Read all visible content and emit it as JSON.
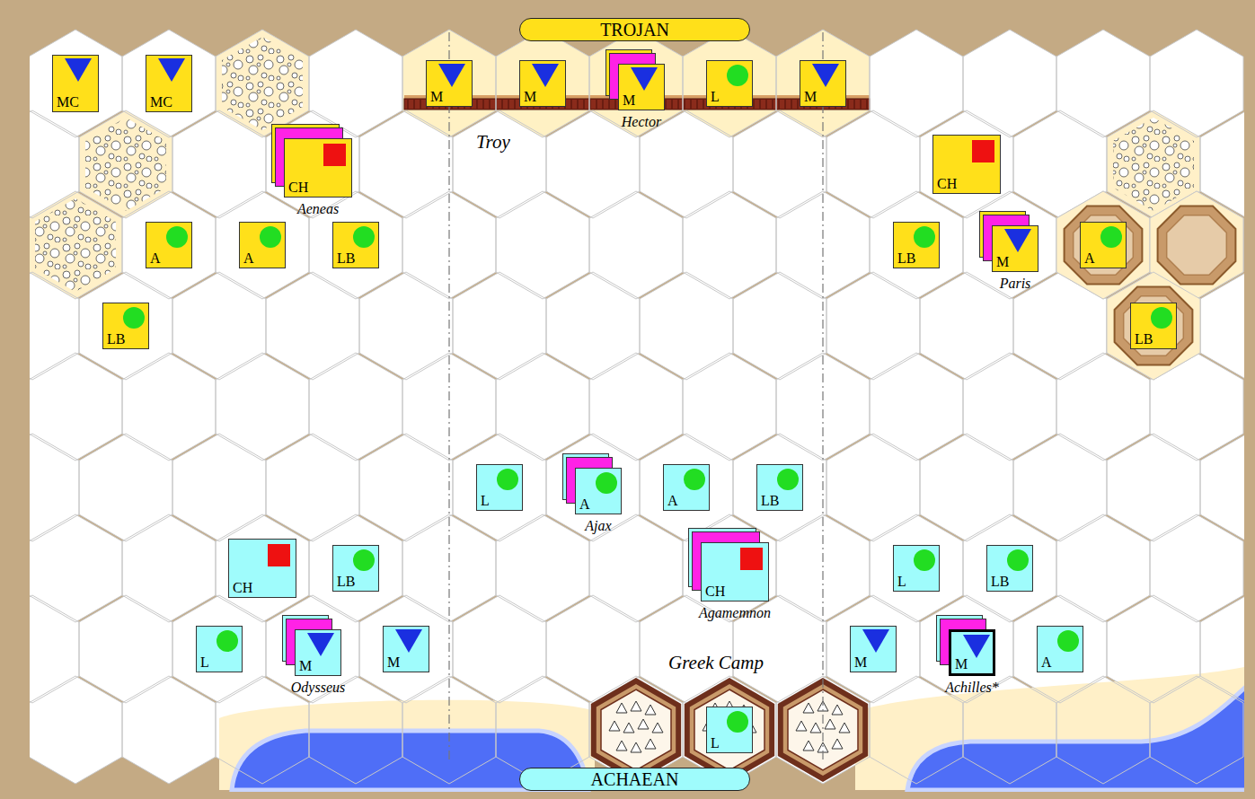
{
  "diagram": {
    "nodes": [
      {
        "text": [
          "TROJAN"
        ]
      },
      {
        "text": [
          "MC"
        ]
      },
      {
        "text": [
          "MC"
        ]
      },
      {
        "text": [
          "M"
        ]
      },
      {
        "text": [
          "M"
        ]
      },
      {
        "text": [
          "M",
          "Hector"
        ]
      },
      {
        "text": [
          "L"
        ]
      },
      {
        "text": [
          "M"
        ]
      },
      {
        "text": [
          "CH",
          "Aeneas"
        ]
      },
      {
        "text": [
          "CH"
        ]
      },
      {
        "text": [
          "A"
        ]
      },
      {
        "text": [
          "A"
        ]
      },
      {
        "text": [
          "LB"
        ]
      },
      {
        "text": [
          "LB"
        ]
      },
      {
        "text": [
          "M",
          "Paris"
        ]
      },
      {
        "text": [
          "A"
        ]
      },
      {
        "text": [
          "LB"
        ]
      },
      {
        "text": [
          "LB"
        ]
      },
      {
        "text": [
          "L"
        ]
      },
      {
        "text": [
          "A",
          "Ajax"
        ]
      },
      {
        "text": [
          "A"
        ]
      },
      {
        "text": [
          "LB"
        ]
      },
      {
        "text": [
          "CH"
        ]
      },
      {
        "text": [
          "LB"
        ]
      },
      {
        "text": [
          "CH",
          "Agamemnon"
        ]
      },
      {
        "text": [
          "L"
        ]
      },
      {
        "text": [
          "LB"
        ]
      },
      {
        "text": [
          "L"
        ]
      },
      {
        "text": [
          "M",
          "Odysseus"
        ]
      },
      {
        "text": [
          "M"
        ]
      },
      {
        "text": [
          "M"
        ]
      },
      {
        "text": [
          "M",
          "Achilles*"
        ]
      },
      {
        "text": [
          "A"
        ]
      },
      {
        "text": [
          "L"
        ]
      },
      {
        "text": [
          "ACHAEAN"
        ]
      }
    ],
    "labels": [
      "Troy",
      "Greek Camp"
    ]
  }
}
